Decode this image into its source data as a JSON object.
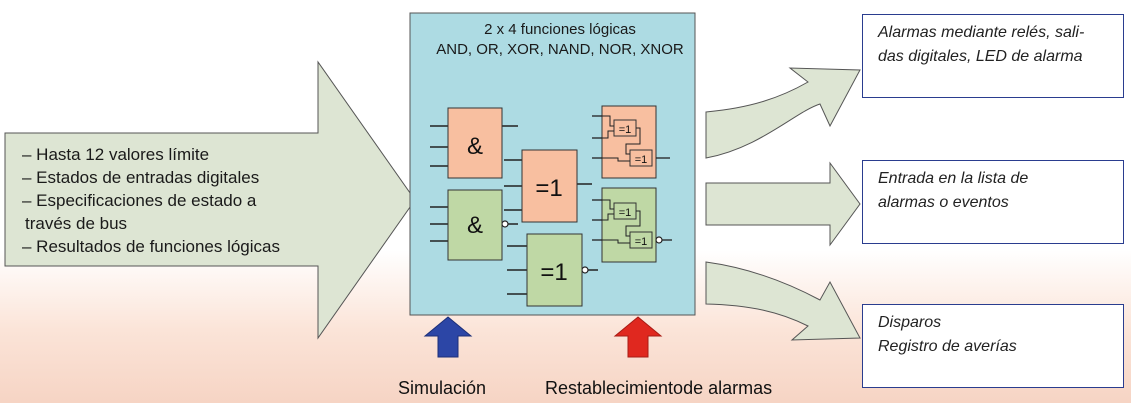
{
  "inputs": {
    "items": [
      "– Hasta 12 valores límite",
      "– Estados de entradas digitales",
      "– Especificaciones de estado a",
      "través de bus",
      "– Resultados de funciones lógicas"
    ]
  },
  "logic": {
    "title_line1": "2 x 4 funciones lógicas",
    "title_line2": "AND, OR, XOR, NAND, NOR, XNOR",
    "and_symbol": "&",
    "xor_symbol": "=1",
    "small_xor_symbol": "=1"
  },
  "outputs": [
    {
      "line1": "Alarmas mediante relés, sali-",
      "line2": "das digitales, LED de alarma"
    },
    {
      "line1": "Entrada en la lista de",
      "line2": "alarmas o eventos"
    },
    {
      "line1": "Disparos",
      "line2": "Registro de averías"
    }
  ],
  "bottom": {
    "simulation_label": "Simulación",
    "reset_label": "Restablecimientode alarmas"
  },
  "colors": {
    "arrow_fill": "#dde5d3",
    "logic_panel": "#addbe3",
    "and_orange": "#f8bfa0",
    "xor_green": "#bfd8a5",
    "box_border": "#2a3d8f",
    "up_arrow_blue": "#2c46a6",
    "up_arrow_red": "#e0281f"
  }
}
